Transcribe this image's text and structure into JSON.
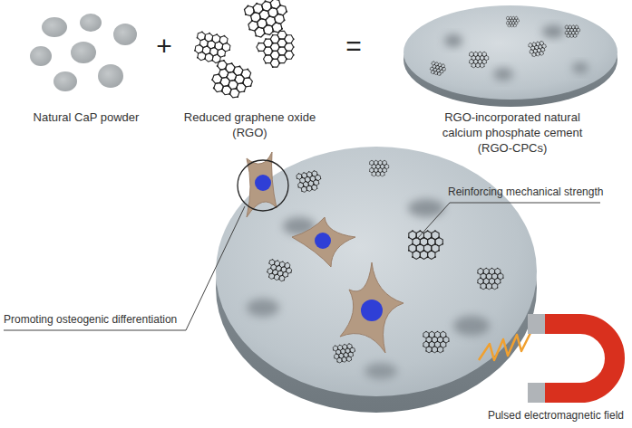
{
  "diagram": {
    "labels": [
      "Natural CaP powder",
      "+",
      "Reduced graphene oxide (RGO)",
      "=",
      "RGO-incorporated natural calcium phosphate cement (RGO-CPCs)",
      "Reinforcing mechanical strength",
      "Promoting osteogenic differentiation",
      "Pulsed electromagnetic field"
    ]
  }
}
